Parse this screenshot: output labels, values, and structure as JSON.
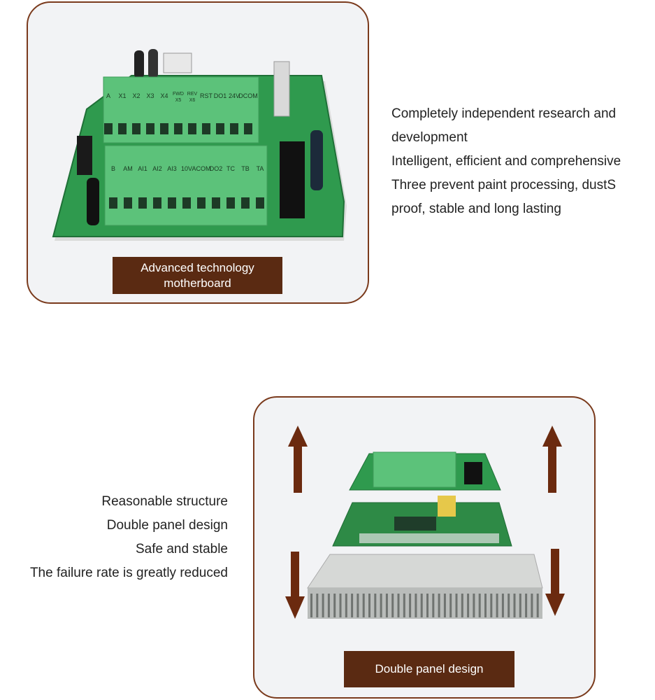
{
  "section1": {
    "caption": "Advanced technology motherboard",
    "features": [
      "Completely independent research and",
      "development",
      "Intelligent, efficient and comprehensive",
      "Three prevent paint processing, dustS",
      "proof, stable and long lasting"
    ],
    "top_terminals": [
      "A",
      "X1",
      "X2",
      "X3",
      "X4",
      "FWD X5",
      "REV X6",
      "RST",
      "DO1",
      "24V",
      "DCOM"
    ],
    "bottom_terminals": [
      "B",
      "AM",
      "AI1",
      "AI2",
      "AI3",
      "10V",
      "ACOM",
      "DO2",
      "TC",
      "TB",
      "TA"
    ]
  },
  "section2": {
    "caption": "Double panel design",
    "features": [
      "Reasonable structure",
      "Double panel design",
      "Safe and stable",
      "The failure rate is greatly reduced"
    ]
  },
  "colors": {
    "border": "#7a3a1c",
    "caption_bg": "#5a2a12",
    "pcb_green": "#2f9a4e",
    "terminal_green": "#5cc27a",
    "arrow": "#6b2a0f"
  }
}
